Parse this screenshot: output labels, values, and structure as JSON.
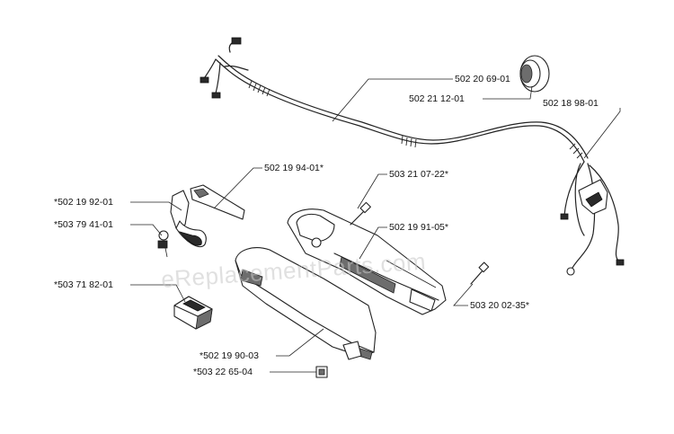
{
  "watermark": "eReplacementParts.com",
  "parts": [
    {
      "number": "502 20 69-01"
    },
    {
      "number": "502 21 12-01"
    },
    {
      "number": "502 18 98-01"
    },
    {
      "number": "502 19 94-01*"
    },
    {
      "number": "503 21 07-22*"
    },
    {
      "number": "*502 19 92-01"
    },
    {
      "number": "502 19 91-05*"
    },
    {
      "number": "*503 79 41-01"
    },
    {
      "number": "*503 71 82-01"
    },
    {
      "number": "503 20 02-35*"
    },
    {
      "number": "*502 19 90-03"
    },
    {
      "number": "*503 22 65-04"
    }
  ]
}
